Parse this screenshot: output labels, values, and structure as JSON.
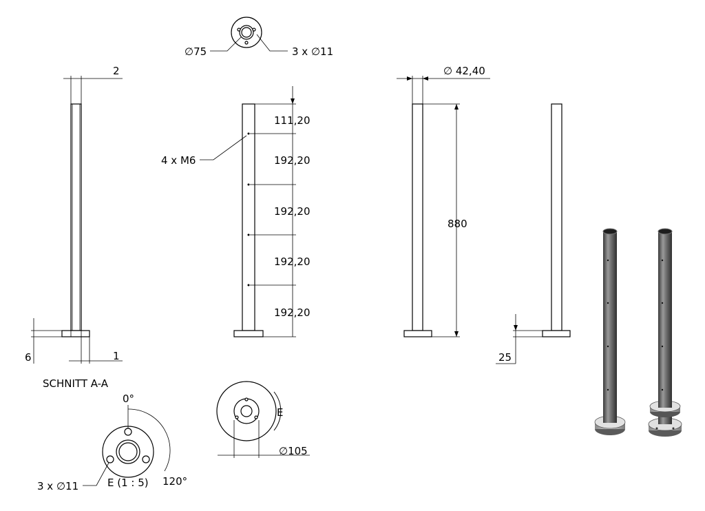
{
  "labels": {
    "top_outer_dia": "∅75",
    "top_holes": "3 x ∅11",
    "wall": "2",
    "base_h": "6",
    "base_off": "1",
    "section_title": "SCHNITT A-A",
    "thread_holes": "4 x M6",
    "spacing_first": "111,20",
    "spacing": [
      "192,20",
      "192,20",
      "192,20",
      "192,20"
    ],
    "tube_dia": "∅ 42,40",
    "height": "880",
    "plate_off": "25",
    "angle_zero": "0°",
    "angle_120": "120°",
    "detail_holes": "3 x ∅11",
    "detail_title": "E (1 : 5)",
    "plate_dia": "∅105",
    "detail_marker": "E"
  }
}
